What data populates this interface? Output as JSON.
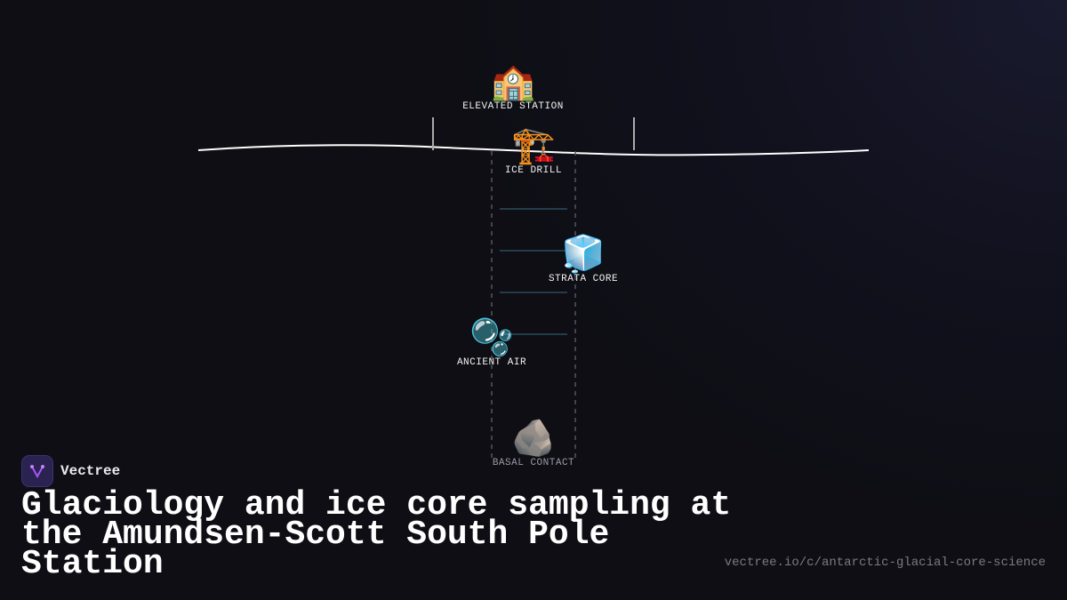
{
  "brand": {
    "name": "Vectree",
    "accent": "#a855f7"
  },
  "title": "Glaciology and ice core sampling at the Amundsen-Scott South Pole Station",
  "url": "vectree.io/c/antarctic-glacial-core-science",
  "nodes": [
    {
      "label": "ELEVATED STATION",
      "icon": "🏫",
      "icon_name": "school-building-icon"
    },
    {
      "label": "ICE DRILL",
      "icon": "🏗️",
      "icon_name": "construction-crane-icon"
    },
    {
      "label": "STRATA CORE",
      "icon": "🧊",
      "icon_name": "ice-cube-icon"
    },
    {
      "label": "ANCIENT AIR",
      "icon": "🫧",
      "icon_name": "bubbles-icon"
    },
    {
      "label": "BASAL CONTACT",
      "icon": "🪨",
      "icon_name": "rock-icon"
    }
  ],
  "colors": {
    "surface_line": "#ffffff",
    "layer_line": "#4a8aa8",
    "borehole": "#555560"
  }
}
